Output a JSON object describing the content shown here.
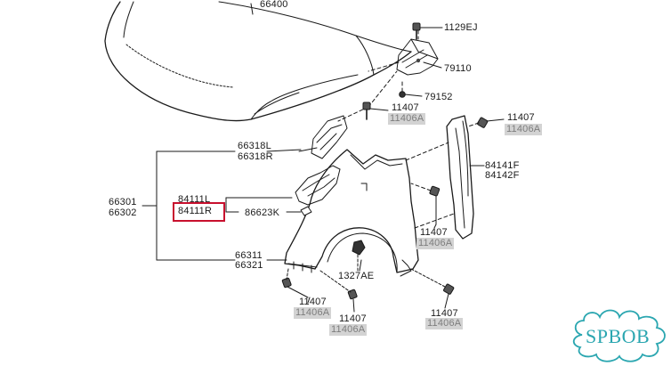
{
  "parts": {
    "hood": "66400",
    "bolt_1129ej": "1129EJ",
    "bracket_79110": "79110",
    "bolt_79152": "79152",
    "bolt_top_11407": "11407",
    "bolt_top_11406a": "11406A",
    "seal_66318l": "66318L",
    "seal_66318r": "66318R",
    "fender_66301": "66301",
    "fender_66302": "66302",
    "insul_84111l": "84111L",
    "insul_84111r": "84111R",
    "clip_86623k": "86623K",
    "fender_66311": "66311",
    "fender_66321": "66321",
    "nut_1327ae": "1327AE",
    "bolt_mid_11407": "11407",
    "bolt_mid_11406a": "11406A",
    "bolt_right_11407": "11407",
    "bolt_right_11406a": "11406A",
    "guard_84141f": "84141F",
    "guard_84142f": "84142F",
    "bolt_bl_11407": "11407",
    "bolt_bl_11406a": "11406A",
    "bolt_bc_11407": "11407",
    "bolt_bc_11406a": "11406A",
    "bolt_br_11407": "11407",
    "bolt_br_11406a": "11406A"
  },
  "colors": {
    "highlight": "#c8102e",
    "logo": "#2aa6b0",
    "line": "#1a1a1a",
    "alt_bg": "#d3d3d3"
  },
  "logo": {
    "text": "SPBOB"
  }
}
